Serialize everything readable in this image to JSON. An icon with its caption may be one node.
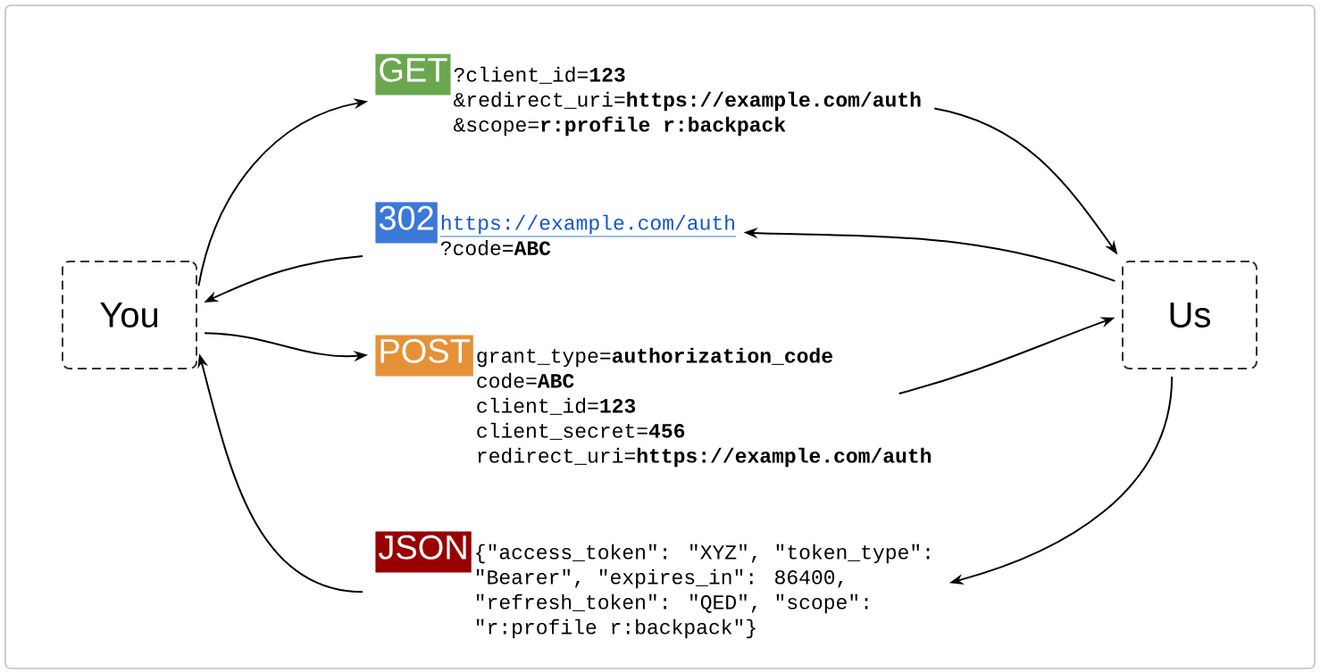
{
  "diagram": {
    "nodes": [
      {
        "text": [
          "You"
        ]
      },
      {
        "text": [
          "Us"
        ]
      },
      {
        "text": [
          "GET",
          "?client_id=**123**",
          "&redirect_uri=**https://example.com/auth**",
          "&scope=**r:profile r:backpack**"
        ]
      },
      {
        "text": [
          "302",
          "https://example.com/auth",
          "?code=**ABC**"
        ]
      },
      {
        "text": [
          "POST",
          "grant_type=**authorization_code**",
          "code=**ABC**",
          "client_id=**123**",
          "client_secret=**456**",
          "redirect_uri=**https://example.com/auth**"
        ]
      },
      {
        "text": [
          "JSON",
          "{\"access_token\": \"XYZ\", \"token_type\": \"Bearer\", \"expires_in\": 86400, \"refresh_token\": \"QED\", \"scope\": \"r:profile r:backpack\"}"
        ]
      }
    ],
    "edges": [
      {
        "from": 0,
        "to": 2,
        "arrow": "to"
      },
      {
        "from": 2,
        "to": 1,
        "arrow": "to"
      },
      {
        "from": 1,
        "to": 3,
        "arrow": "to"
      },
      {
        "from": 3,
        "to": 0,
        "arrow": "to"
      },
      {
        "from": 0,
        "to": 4,
        "arrow": "to"
      },
      {
        "from": 4,
        "to": 1,
        "arrow": "to"
      },
      {
        "from": 1,
        "to": 5,
        "arrow": "to"
      },
      {
        "from": 5,
        "to": 0,
        "arrow": "to"
      }
    ]
  }
}
